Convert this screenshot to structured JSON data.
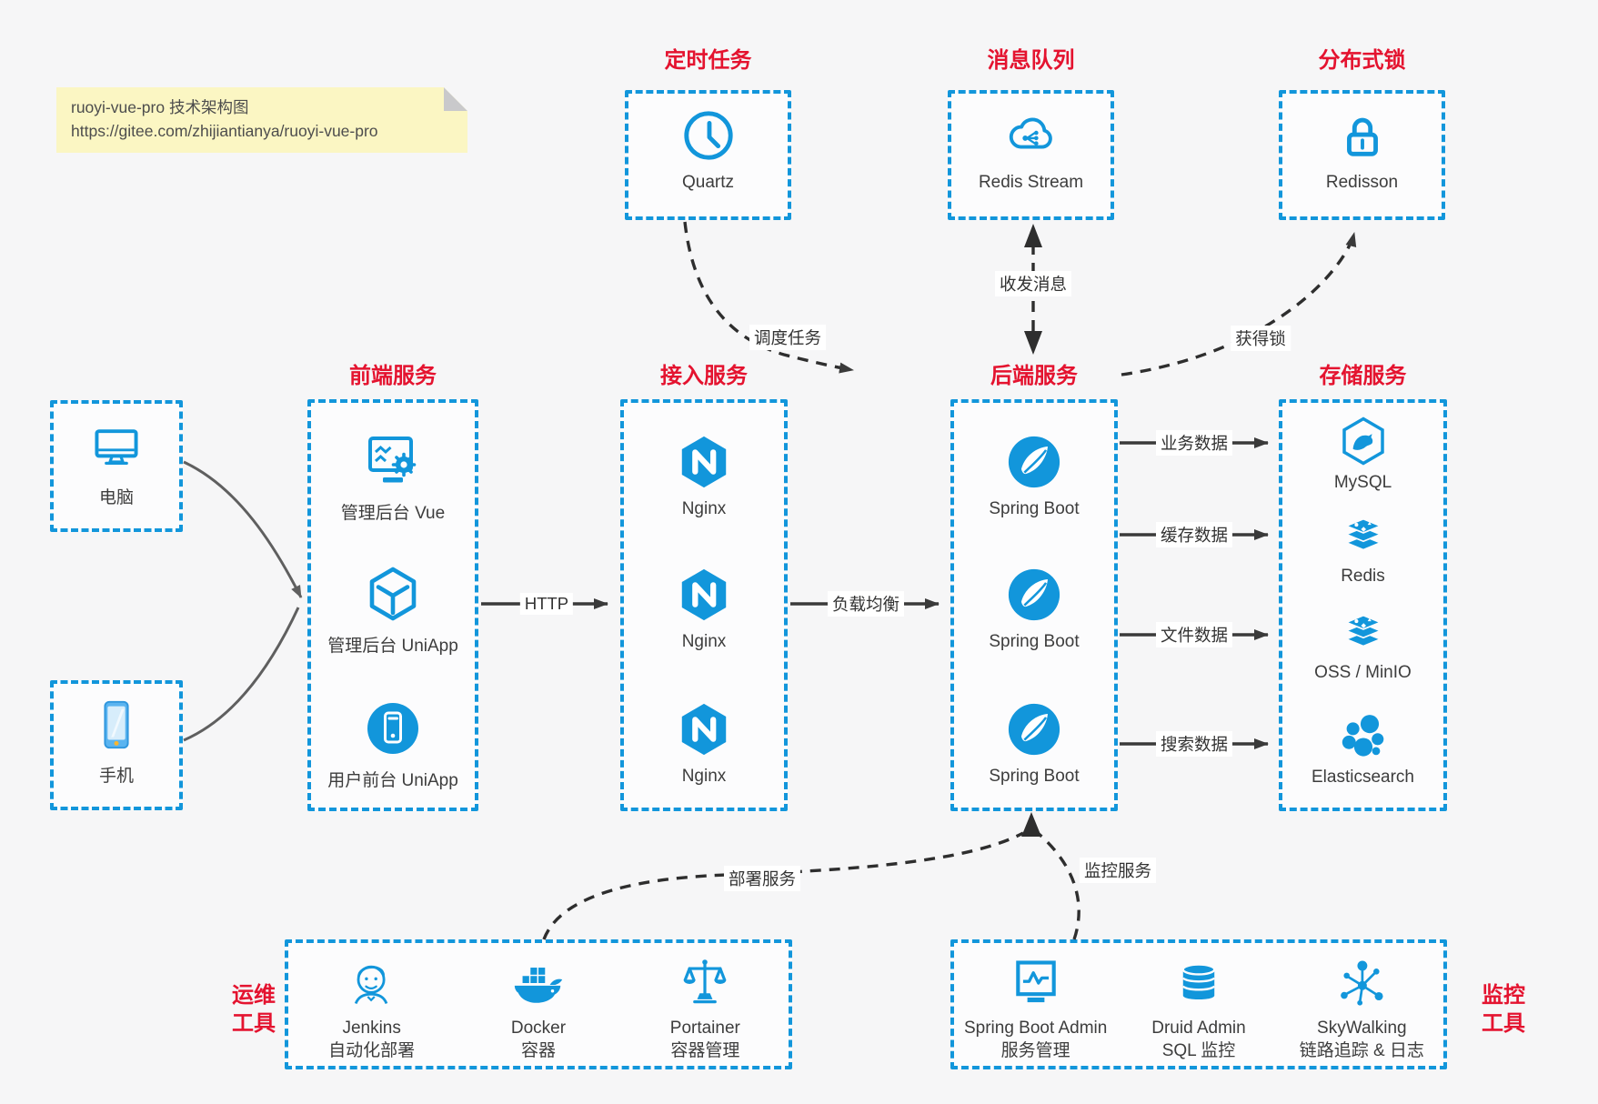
{
  "colors": {
    "accent_blue": "#1296db",
    "title_red": "#e4132f",
    "arrow_dark": "#3a3a3a",
    "client_arrow_gray": "#5f5f5f",
    "note_bg": "#fbf6c3",
    "canvas_bg": "#f6f6f7"
  },
  "note": {
    "line1": "ruoyi-vue-pro 技术架构图",
    "line2": "https://gitee.com/zhijiantianya/ruoyi-vue-pro"
  },
  "top_groups": [
    {
      "title": "定时任务",
      "item": {
        "icon": "clock-icon",
        "label": "Quartz"
      }
    },
    {
      "title": "消息队列",
      "item": {
        "icon": "cloud-stream-icon",
        "label": "Redis Stream"
      }
    },
    {
      "title": "分布式锁",
      "item": {
        "icon": "lock-icon",
        "label": "Redisson"
      }
    }
  ],
  "clients": [
    {
      "icon": "desktop-icon",
      "label": "电脑"
    },
    {
      "icon": "smartphone-icon",
      "label": "手机"
    }
  ],
  "columns": [
    {
      "title": "前端服务",
      "items": [
        {
          "icon": "admin-vue-icon",
          "label": "管理后台 Vue"
        },
        {
          "icon": "uniapp-cube-icon",
          "label": "管理后台 UniApp"
        },
        {
          "icon": "user-app-icon",
          "label": "用户前台 UniApp"
        }
      ]
    },
    {
      "title": "接入服务",
      "items": [
        {
          "icon": "nginx-icon",
          "label": "Nginx"
        },
        {
          "icon": "nginx-icon",
          "label": "Nginx"
        },
        {
          "icon": "nginx-icon",
          "label": "Nginx"
        }
      ]
    },
    {
      "title": "后端服务",
      "items": [
        {
          "icon": "spring-boot-icon",
          "label": "Spring Boot"
        },
        {
          "icon": "spring-boot-icon",
          "label": "Spring Boot"
        },
        {
          "icon": "spring-boot-icon",
          "label": "Spring Boot"
        }
      ]
    },
    {
      "title": "存储服务",
      "items": [
        {
          "icon": "mysql-icon",
          "label": "MySQL"
        },
        {
          "icon": "redis-stack-icon",
          "label": "Redis"
        },
        {
          "icon": "redis-stack-icon",
          "label": "OSS / MinIO"
        },
        {
          "icon": "elasticsearch-icon",
          "label": "Elasticsearch"
        }
      ]
    }
  ],
  "bottom_groups": [
    {
      "side_label_line1": "运维",
      "side_label_line2": "工具",
      "items": [
        {
          "icon": "jenkins-icon",
          "label1": "Jenkins",
          "label2": "自动化部署"
        },
        {
          "icon": "docker-icon",
          "label1": "Docker",
          "label2": "容器"
        },
        {
          "icon": "portainer-icon",
          "label1": "Portainer",
          "label2": "容器管理"
        }
      ]
    },
    {
      "side_label_line1": "监控",
      "side_label_line2": "工具",
      "items": [
        {
          "icon": "spring-boot-admin-icon",
          "label1": "Spring Boot Admin",
          "label2": "服务管理"
        },
        {
          "icon": "druid-icon",
          "label1": "Druid Admin",
          "label2": "SQL 监控"
        },
        {
          "icon": "skywalking-icon",
          "label1": "SkyWalking",
          "label2": "链路追踪 & 日志"
        }
      ]
    }
  ],
  "edges": {
    "http": "HTTP",
    "load_balance": "负载均衡",
    "business_data": "业务数据",
    "cache_data": "缓存数据",
    "file_data": "文件数据",
    "search_data": "搜索数据",
    "schedule": "调度任务",
    "messages": "收发消息",
    "lock": "获得锁",
    "deploy": "部署服务",
    "monitor": "监控服务"
  }
}
